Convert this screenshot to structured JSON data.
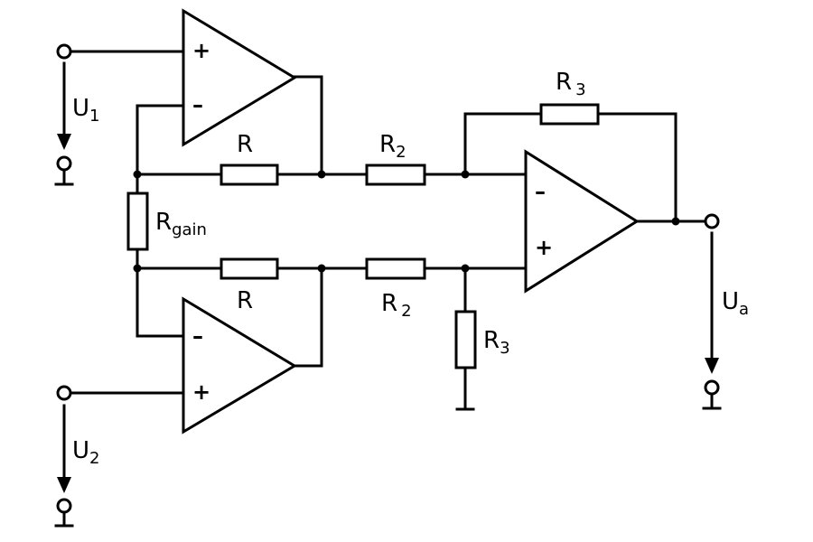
{
  "labels": {
    "u1": {
      "main": "U",
      "sub": "1"
    },
    "u2": {
      "main": "U",
      "sub": "2"
    },
    "ua": {
      "main": "U",
      "sub": "a"
    },
    "r_top": "R",
    "r_bottom": "R",
    "r2_top": {
      "main": "R",
      "sub": "2"
    },
    "r2_bottom": {
      "main": "R",
      "sub": "2"
    },
    "r3_top": {
      "main": "R",
      "sub": "3"
    },
    "r3_bottom": {
      "main": "R",
      "sub": "3"
    },
    "rgain": {
      "main": "R",
      "sub": "gain"
    }
  },
  "opamps": {
    "top": {
      "plus": "+",
      "minus": "–"
    },
    "bottom": {
      "plus": "+",
      "minus": "–"
    },
    "output": {
      "plus": "+",
      "minus": "–"
    }
  }
}
